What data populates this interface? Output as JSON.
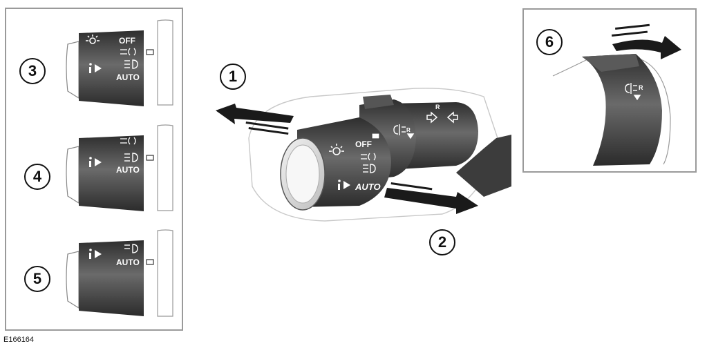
{
  "figure_id": "E166164",
  "callouts": [
    "1",
    "2",
    "3",
    "4",
    "5",
    "6"
  ],
  "switch_labels": {
    "off": "OFF",
    "auto": "AUTO"
  },
  "icons": [
    "headlamp-on-icon",
    "side-light-icon",
    "main-beam-icon",
    "info-arrow-icon",
    "front-fog-lamp-icon",
    "indicator-arrows-icon"
  ],
  "colors": {
    "stalk_dark": "#454545",
    "stalk_light": "#d8d8d8",
    "arrow": "#1a1a1a",
    "panel_border": "#9a9a9a"
  }
}
